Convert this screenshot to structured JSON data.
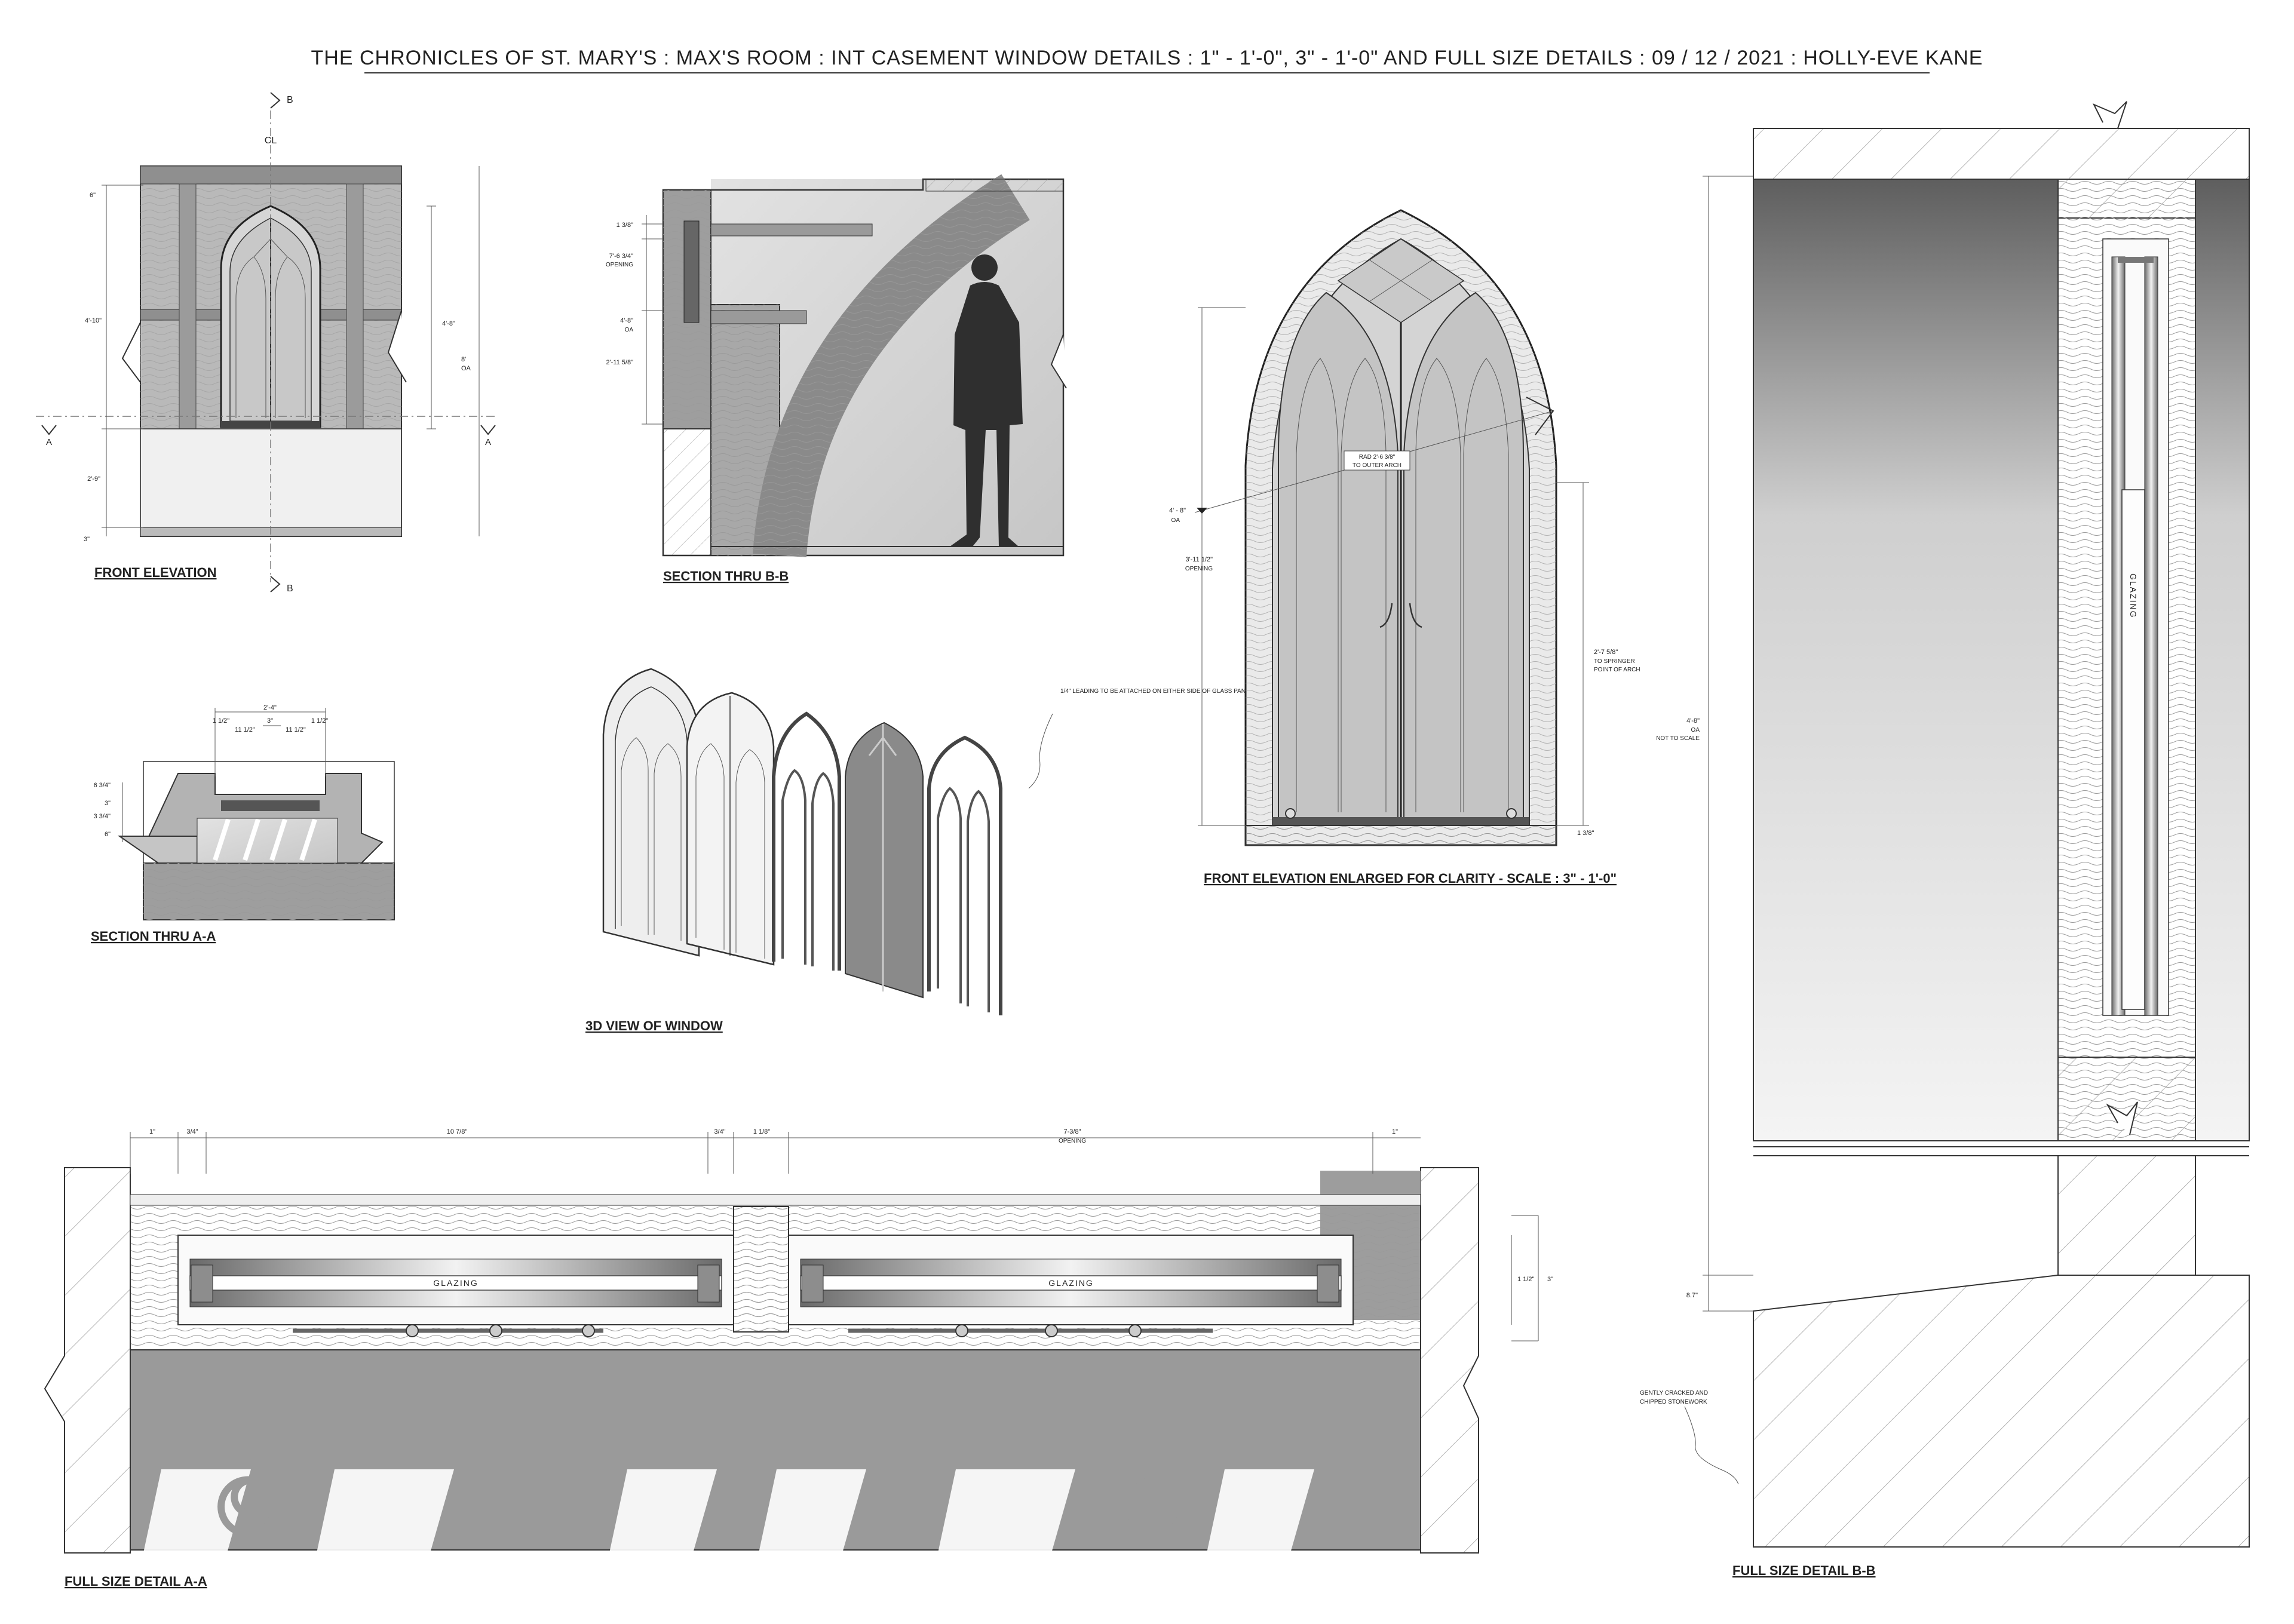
{
  "sheet": {
    "title": "THE CHRONICLES OF ST. MARY'S : MAX'S ROOM : INT CASEMENT WINDOW DETAILS : 1\" - 1'-0\", 3\" - 1'-0\" AND FULL SIZE DETAILS :  09 / 12 / 2021  : HOLLY-EVE KANE"
  },
  "views": {
    "front_elevation": {
      "caption": "FRONT ELEVATION",
      "section_marker": "B",
      "section_marker_side": "A",
      "centerline": "CL",
      "dims": {
        "top": "6\"",
        "left_height": "4'-10\"",
        "window_height": "4'-8\"",
        "oa_value": "8'",
        "oa_label": "OA",
        "sill": "2'-9\"",
        "base": "3\""
      }
    },
    "section_bb": {
      "caption": "SECTION THRU B-B",
      "dims": {
        "d1": "1 3/8\"",
        "d2": "7'-6 3/4\"",
        "d2_note": "OPENING",
        "d3": "4'-8\"",
        "d3_note": "OA",
        "d4": "2'-11 5/8\""
      }
    },
    "section_aa": {
      "caption": "SECTION THRU A-A",
      "dims": {
        "overall": "2'-4\"",
        "a": "1 1/2\"",
        "b": "3\"",
        "c": "1 1/2\"",
        "d": "11 1/2\"",
        "e": "11 1/2\"",
        "v1": "6 3/4\"",
        "v2": "3\"",
        "v3": "3 3/4\"",
        "v4": "6\""
      }
    },
    "view_3d": {
      "caption": "3D VIEW OF WINDOW",
      "note": "1/4\" LEADING TO BE ATTACHED ON EITHER SIDE OF GLASS PANES"
    },
    "front_elevation_enlarged": {
      "caption": "FRONT ELEVATION ENLARGED FOR CLARITY - SCALE : 3\" - 1'-0\"",
      "radius_label": "RAD 2'-6 3/8\"",
      "radius_note": "TO OUTER ARCH",
      "opening_dim": "3'-11 1/2\"",
      "opening_note": "OPENING",
      "springer_dim": "2'-7 5/8\"",
      "springer_note1": "TO SPRINGER",
      "springer_note2": "POINT OF ARCH",
      "oa_dim": "4' - 8\"",
      "oa_note": "OA",
      "base_dim": "1 3/8\""
    },
    "full_size_aa": {
      "caption": "FULL SIZE DETAIL A-A",
      "glazing": "GLAZING",
      "dims": {
        "d1": "1\"",
        "d2": "3/4\"",
        "d3": "10 7/8\"",
        "d4": "3/4\"",
        "d5": "1 1/8\"",
        "d6": "7-3/8\"",
        "d6_note": "OPENING",
        "d7": "1\"",
        "r1": "1 1/2\"",
        "r2": "3\""
      }
    },
    "full_size_bb": {
      "caption": "FULL SIZE DETAIL B-B",
      "glazing": "GLAZING",
      "height_dim": "4'-8\"",
      "height_oa": "OA",
      "height_note": "NOT TO SCALE",
      "base_dim": "8.7\"",
      "stone_note1": "GENTLY CRACKED AND",
      "stone_note2": "CHIPPED STONEWORK"
    }
  }
}
